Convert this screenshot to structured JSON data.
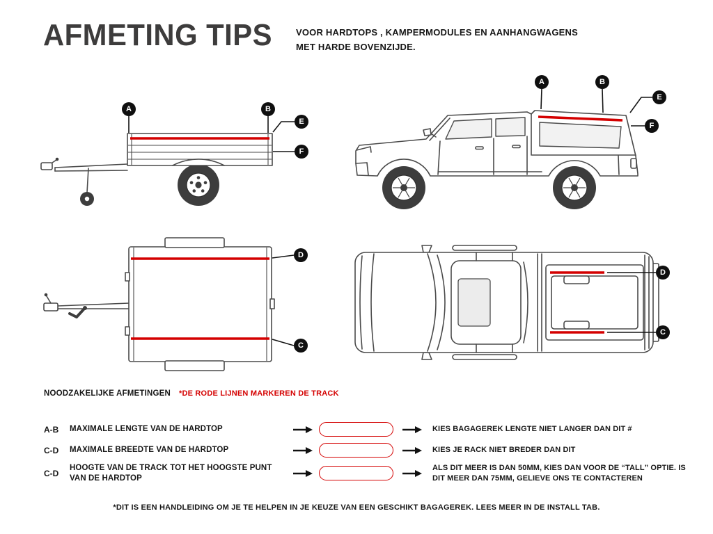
{
  "header": {
    "title": "AFMETING TIPS",
    "subtitle_line1": "VOOR HARDTOPS , KAMPERMODULES EN AANHANGWAGENS",
    "subtitle_line2": "MET HARDE BOVENZIJDE."
  },
  "figures": {
    "trailer_side": {
      "markers": [
        "A",
        "B",
        "E",
        "F"
      ]
    },
    "truck_side": {
      "markers": [
        "A",
        "B",
        "E",
        "F"
      ]
    },
    "trailer_top": {
      "markers": [
        "D",
        "C"
      ]
    },
    "truck_top": {
      "markers": [
        "D",
        "C"
      ]
    }
  },
  "measurements": {
    "heading": "NOODZAKELIJKE AFMETINGEN",
    "note": "*DE RODE LIJNEN MARKEREN DE TRACK",
    "rows": [
      {
        "code": "A-B",
        "label": "MAXIMALE LENGTE VAN DE HARDTOP",
        "value": "",
        "result": "KIES BAGAGEREK LENGTE NIET LANGER DAN DIT #"
      },
      {
        "code": "C-D",
        "label": "MAXIMALE BREEDTE VAN DE HARDTOP",
        "value": "",
        "result": "KIES JE RACK NIET BREDER DAN DIT"
      },
      {
        "code": "C-D",
        "label": "HOOGTE VAN DE TRACK TOT HET HOOGSTE PUNT VAN DE HARDTOP",
        "value": "",
        "result": "ALS DIT MEER IS DAN 50MM, KIES DAN VOOR DE “TALL” OPTIE. IS DIT MEER DAN 75MM, GELIEVE ONS TE CONTACTEREN"
      }
    ],
    "footnote": "*DIT IS EEN HANDLEIDING OM JE TE HELPEN IN JE KEUZE VAN EEN GESCHIKT BAGAGEREK. LEES MEER IN DE INSTALL TAB."
  },
  "colors": {
    "track_red": "#d40000",
    "art_gray": "#4a4a4a",
    "marker_black": "#0f0f0f",
    "title_gray": "#3d3c3c"
  }
}
